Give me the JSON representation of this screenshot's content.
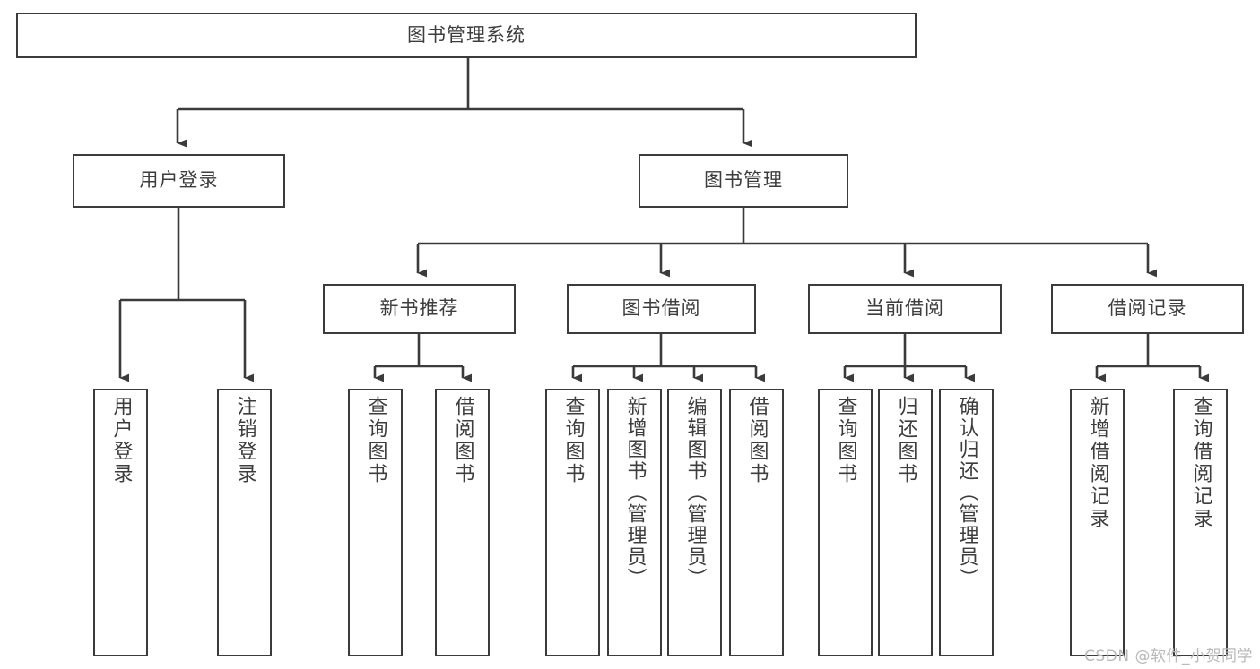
{
  "diagram": {
    "type": "tree",
    "title": "图书管理系统",
    "watermark": "CSDN @软件_小贺同学",
    "colors": {
      "stroke": "#3b3b3b",
      "text": "#3d3d3d",
      "background": "#ffffff",
      "watermark": "#b9b9b9"
    },
    "nodes": {
      "root": {
        "label": "图书管理系统",
        "level": 1,
        "orientation": "horizontal"
      },
      "l2": [
        {
          "label": "用户登录",
          "orientation": "horizontal"
        },
        {
          "label": "图书管理",
          "orientation": "horizontal"
        }
      ],
      "l3": [
        {
          "label": "新书推荐",
          "orientation": "horizontal"
        },
        {
          "label": "图书借阅",
          "orientation": "horizontal"
        },
        {
          "label": "当前借阅",
          "orientation": "horizontal"
        },
        {
          "label": "借阅记录",
          "orientation": "horizontal"
        }
      ],
      "leaves_user_login": [
        {
          "label": "用户登录",
          "orientation": "vertical"
        },
        {
          "label": "注销登录",
          "orientation": "vertical"
        }
      ],
      "leaves_new_books": [
        {
          "label": "查询图书",
          "orientation": "vertical"
        },
        {
          "label": "借阅图书",
          "orientation": "vertical"
        }
      ],
      "leaves_borrow": [
        {
          "label": "查询图书",
          "orientation": "vertical"
        },
        {
          "label": "新增图书（管理员）",
          "orientation": "vertical"
        },
        {
          "label": "编辑图书（管理员）",
          "orientation": "vertical"
        },
        {
          "label": "借阅图书",
          "orientation": "vertical"
        }
      ],
      "leaves_current": [
        {
          "label": "查询图书",
          "orientation": "vertical"
        },
        {
          "label": "归还图书",
          "orientation": "vertical"
        },
        {
          "label": "确认归还（管理员）",
          "orientation": "vertical"
        }
      ],
      "leaves_records": [
        {
          "label": "新增借阅记录",
          "orientation": "vertical"
        },
        {
          "label": "查询借阅记录",
          "orientation": "vertical"
        }
      ]
    }
  }
}
